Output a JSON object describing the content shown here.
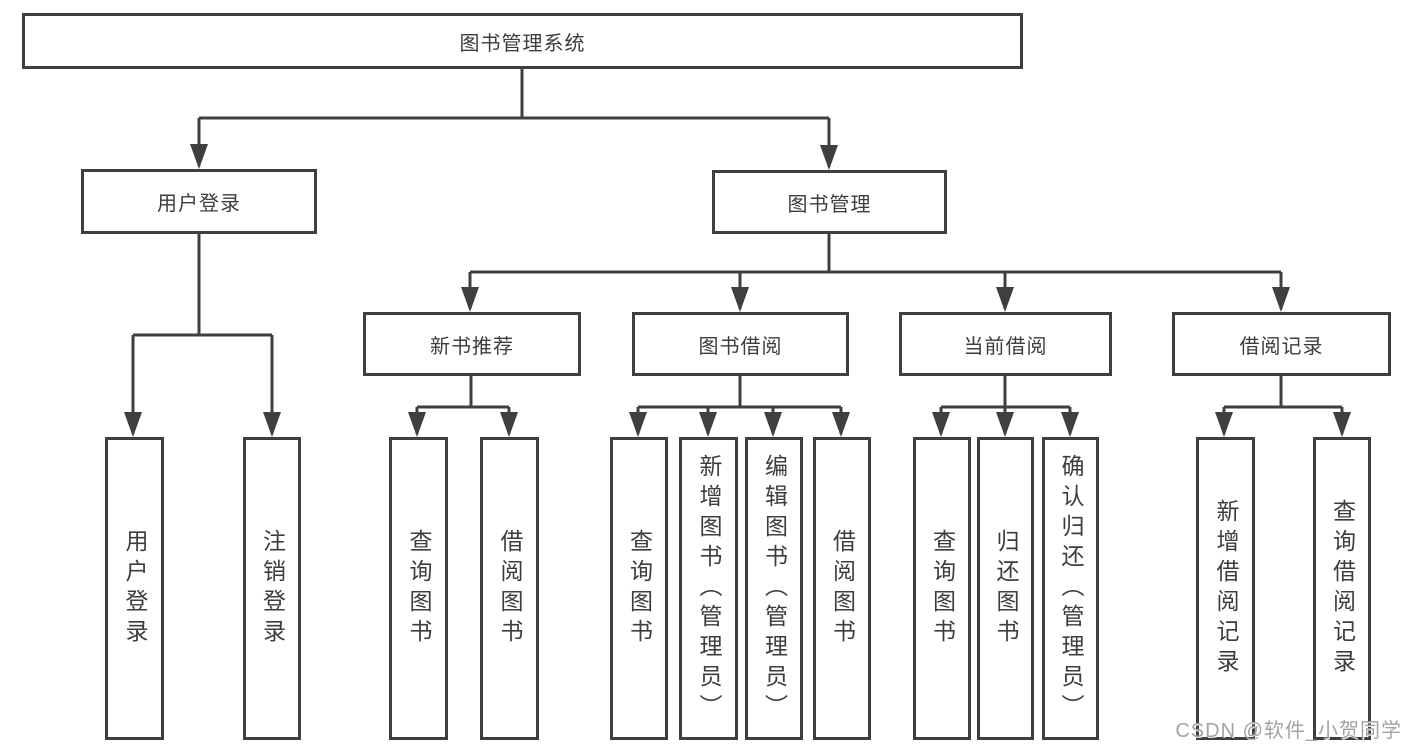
{
  "diagram": {
    "root": {
      "label": "图书管理系统"
    },
    "level2": [
      {
        "label": "用户登录",
        "parent": "图书管理系统"
      },
      {
        "label": "图书管理",
        "parent": "图书管理系统"
      }
    ],
    "level3": [
      {
        "label": "新书推荐",
        "parent": "图书管理"
      },
      {
        "label": "图书借阅",
        "parent": "图书管理"
      },
      {
        "label": "当前借阅",
        "parent": "图书管理"
      },
      {
        "label": "借阅记录",
        "parent": "图书管理"
      }
    ],
    "leaves": [
      {
        "label": "用户登录",
        "parent": "用户登录"
      },
      {
        "label": "注销登录",
        "parent": "用户登录"
      },
      {
        "label": "查询图书",
        "parent": "新书推荐"
      },
      {
        "label": "借阅图书",
        "parent": "新书推荐"
      },
      {
        "label": "查询图书",
        "parent": "图书借阅"
      },
      {
        "label": "新增图书（管理员）",
        "parent": "图书借阅"
      },
      {
        "label": "编辑图书（管理员）",
        "parent": "图书借阅"
      },
      {
        "label": "借阅图书",
        "parent": "图书借阅"
      },
      {
        "label": "查询图书",
        "parent": "当前借阅"
      },
      {
        "label": "归还图书",
        "parent": "当前借阅"
      },
      {
        "label": "确认归还（管理员）",
        "parent": "当前借阅"
      },
      {
        "label": "新增借阅记录",
        "parent": "借阅记录"
      },
      {
        "label": "查询借阅记录",
        "parent": "借阅记录"
      }
    ]
  },
  "watermark": {
    "text": "CSDN @软件_小贺同学"
  },
  "colors": {
    "line": "#3f3f3f",
    "text": "#3d3d3d",
    "watermark": "#a3a3a3",
    "background": "#ffffff"
  }
}
